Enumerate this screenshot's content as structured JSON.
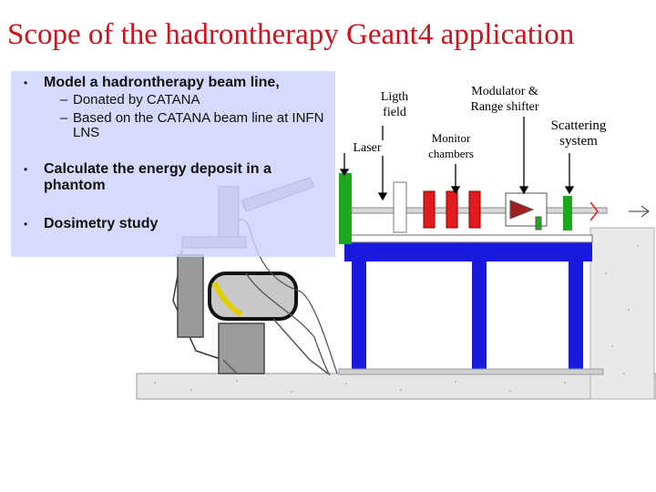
{
  "title": "Scope of the hadrontherapy Geant4 application",
  "bullets": {
    "marker": "•",
    "dash": "–",
    "b1": "Model a hadrontherapy beam line,",
    "sub1": "Donated by CATANA",
    "sub2": "Based on the CATANA beam line at INFN LNS",
    "b2": "Calculate the energy deposit in a phantom",
    "b3": "Dosimetry study"
  },
  "labels": {
    "ligth": "Ligth field",
    "laser": "Laser",
    "modulator": "Modulator & Range shifter",
    "monitor": "Monitor chambers",
    "scattering": "Scattering system"
  },
  "colors": {
    "title": "#d0101a",
    "panel": "#cdd2fa",
    "frame": "#1a1adf",
    "element_red": "#e21c1c",
    "element_green": "#1ea81e"
  }
}
